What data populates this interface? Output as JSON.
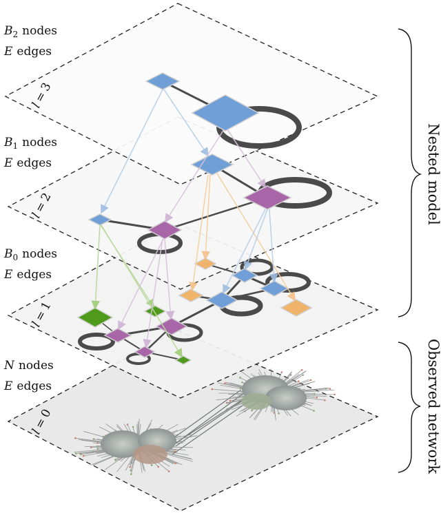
{
  "levels": [
    {
      "count_sym": "B",
      "count_sub": "2",
      "count_word": "nodes",
      "edge_sym": "E",
      "edge_word": "edges",
      "level_var": "l",
      "level_eq": "=",
      "level_num": "3"
    },
    {
      "count_sym": "B",
      "count_sub": "1",
      "count_word": "nodes",
      "edge_sym": "E",
      "edge_word": "edges",
      "level_var": "l",
      "level_eq": "=",
      "level_num": "2"
    },
    {
      "count_sym": "B",
      "count_sub": "0",
      "count_word": "nodes",
      "edge_sym": "E",
      "edge_word": "edges",
      "level_var": "l",
      "level_eq": "=",
      "level_num": "1"
    },
    {
      "count_sym": "N",
      "count_sub": "",
      "count_word": "nodes",
      "edge_sym": "E",
      "edge_word": "edges",
      "level_var": "l",
      "level_eq": "=",
      "level_num": "0"
    }
  ],
  "brackets": {
    "nested": "Nested model",
    "observed": "Observed network"
  },
  "colors": {
    "blue": "#6f9fd6",
    "purple": "#a865a8",
    "green": "#4f9a1a",
    "orange": "#efb46a",
    "edge": "#4a4a4a",
    "arrow_blue": "#b7cfe8",
    "arrow_purple": "#d8c3dc",
    "arrow_green": "#b7d99a",
    "arrow_orange": "#f4cf9c"
  }
}
